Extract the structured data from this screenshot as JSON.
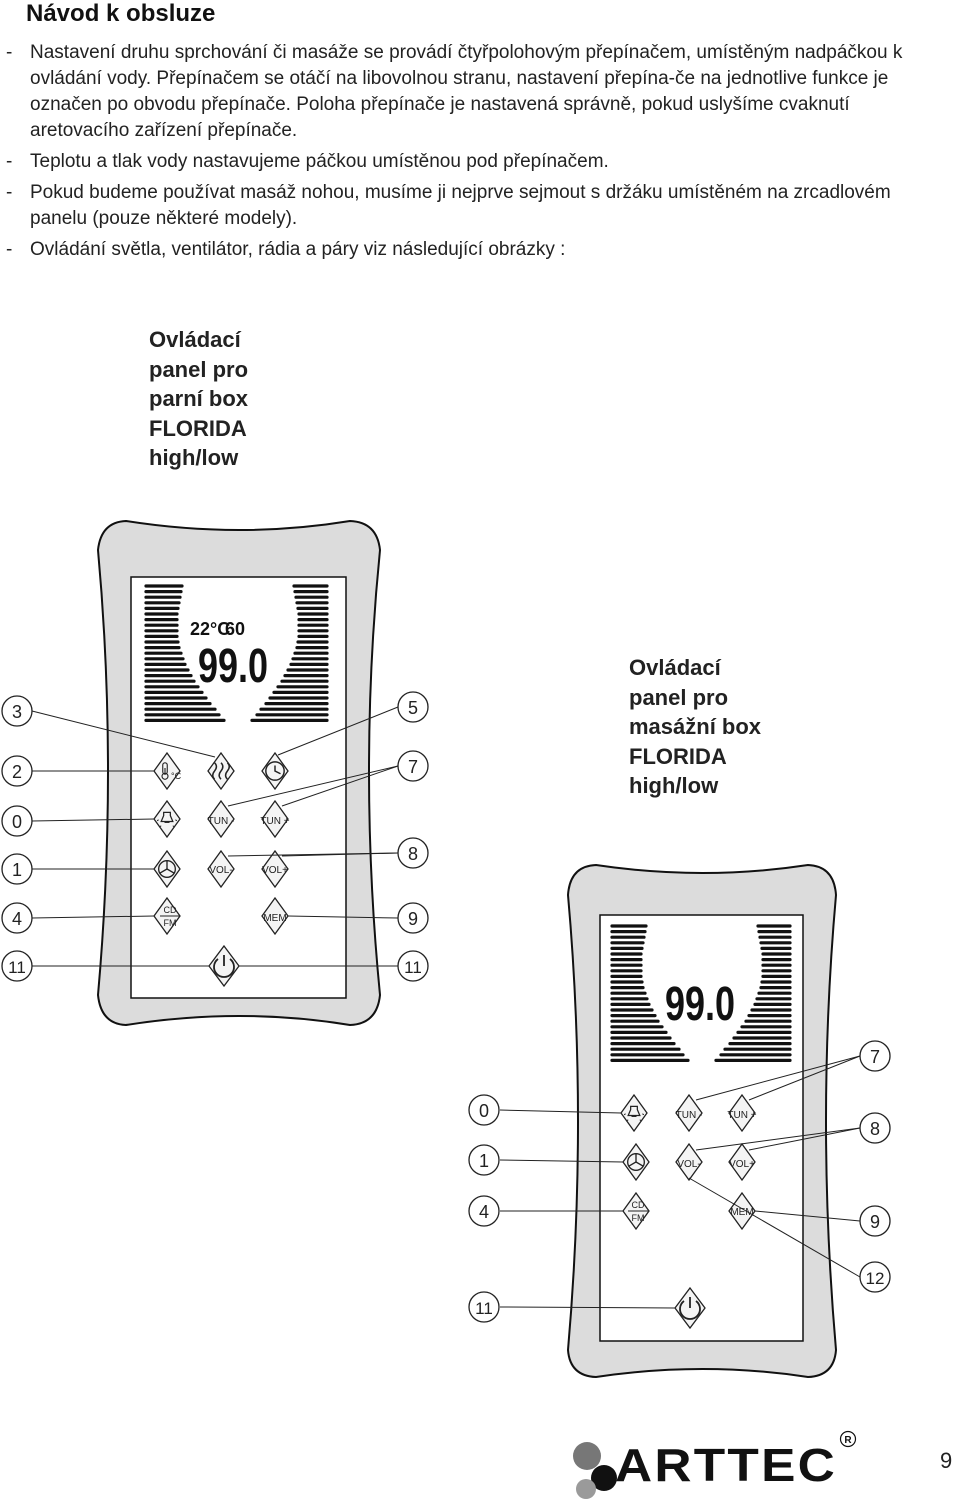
{
  "heading": "Návod k obsluze",
  "bullets": [
    "Nastavení druhu sprchování či masáže se provádí čtyřpolohovým přepínačem, umístěným nadpáčkou k ovládání vody. Přepínačem se otáčí na libovolnou stranu, nastavení přepína-če na jednotlive funkce je označen po obvodu přepínače. Poloha přepínače je nastavená správně, pokud uslyšíme cvaknutí aretovacího zařízení přepínače.",
    "Teplotu a tlak vody nastavujeme páčkou umístěnou pod přepínačem.",
    "Pokud budeme používat masáž nohou, musíme ji nejprve sejmout s držáku umístěném na zrcadlovém panelu (pouze některé modely).",
    "Ovládání světla, ventilátor, rádia a páry viz následující obrázky :"
  ],
  "caption_steam": "Ovládací\npanel pro\nparní box\nFLORIDA\nhigh/low",
  "caption_massage": "Ovládací\npanel pro\nmasážní box\nFLORIDA\nhigh/low",
  "panel1": {
    "temp": "22°C",
    "time": "60",
    "display": "99.0",
    "unit": "°C",
    "tun_minus": "TUN -",
    "tun_plus": "TUN +",
    "vol_minus": "VOL-",
    "vol_plus": "VOL+",
    "cd": "CD",
    "fm": "FM",
    "mem": "MEM",
    "callouts_left": [
      "3",
      "2",
      "0",
      "1",
      "4",
      "11"
    ],
    "callouts_right": [
      "5",
      "7",
      "8",
      "9",
      "11"
    ]
  },
  "panel2": {
    "display": "99.0",
    "tun_minus": "TUN -",
    "tun_plus": "TUN +",
    "vol_minus": "VOL-",
    "vol_plus": "VOL+",
    "cd": "CD",
    "fm": "FM",
    "mem": "MEM",
    "callouts_left": [
      "0",
      "1",
      "4",
      "11"
    ],
    "callouts_right": [
      "7",
      "8",
      "9",
      "12"
    ]
  },
  "logo_text": "ARTTEC",
  "page_number": "9"
}
